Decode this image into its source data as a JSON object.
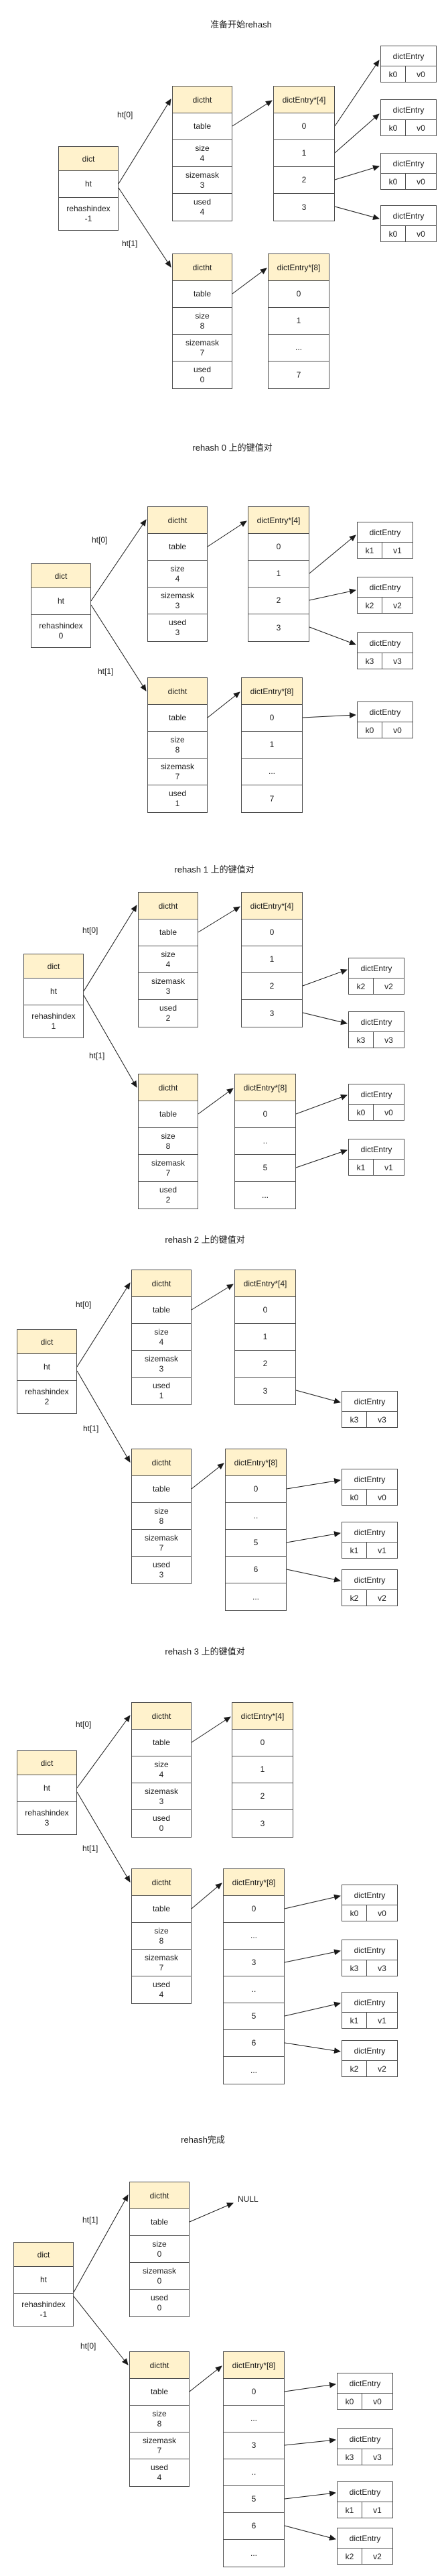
{
  "colors": {
    "background": "#ffffff",
    "header_fill": "#fff2cc",
    "box_border": "#4d4d4d",
    "text": "#1a1a1a",
    "arrow": "#1a1a1a"
  },
  "sections": [
    {
      "title": "准备开始rehash",
      "dict": {
        "header": "dict",
        "rows": [
          {
            "label": "ht"
          },
          {
            "label": "rehashindex",
            "value": "-1"
          }
        ]
      },
      "top": {
        "pointer_label": "ht[0]",
        "dictht": {
          "header": "dictht",
          "rows": [
            {
              "label": "table"
            },
            {
              "label": "size",
              "value": "4"
            },
            {
              "label": "sizemask",
              "value": "3"
            },
            {
              "label": "used",
              "value": "4"
            }
          ]
        },
        "bucket": {
          "header": "dictEntry*[4]",
          "slots": [
            "0",
            "1",
            "2",
            "3"
          ]
        },
        "entries": [
          {
            "header": "dictEntry",
            "key": "k0",
            "value": "v0"
          },
          {
            "header": "dictEntry",
            "key": "k0",
            "value": "v0"
          },
          {
            "header": "dictEntry",
            "key": "k0",
            "value": "v0"
          },
          {
            "header": "dictEntry",
            "key": "k0",
            "value": "v0"
          }
        ]
      },
      "bottom": {
        "pointer_label": "ht[1]",
        "dictht": {
          "header": "dictht",
          "rows": [
            {
              "label": "table"
            },
            {
              "label": "size",
              "value": "8"
            },
            {
              "label": "sizemask",
              "value": "7"
            },
            {
              "label": "used",
              "value": "0"
            }
          ]
        },
        "bucket": {
          "header": "dictEntry*[8]",
          "slots": [
            "0",
            "1",
            "...",
            "7"
          ]
        },
        "entries": []
      }
    },
    {
      "title": "rehash 0 上的键值对",
      "dict": {
        "header": "dict",
        "rows": [
          {
            "label": "ht"
          },
          {
            "label": "rehashindex",
            "value": "0"
          }
        ]
      },
      "top": {
        "pointer_label": "ht[0]",
        "dictht": {
          "header": "dictht",
          "rows": [
            {
              "label": "table"
            },
            {
              "label": "size",
              "value": "4"
            },
            {
              "label": "sizemask",
              "value": "3"
            },
            {
              "label": "used",
              "value": "3"
            }
          ]
        },
        "bucket": {
          "header": "dictEntry*[4]",
          "slots": [
            "0",
            "1",
            "2",
            "3"
          ]
        },
        "entries": [
          {
            "header": "dictEntry",
            "key": "k1",
            "value": "v1"
          },
          {
            "header": "dictEntry",
            "key": "k2",
            "value": "v2"
          },
          {
            "header": "dictEntry",
            "key": "k3",
            "value": "v3"
          }
        ]
      },
      "bottom": {
        "pointer_label": "ht[1]",
        "dictht": {
          "header": "dictht",
          "rows": [
            {
              "label": "table"
            },
            {
              "label": "size",
              "value": "8"
            },
            {
              "label": "sizemask",
              "value": "7"
            },
            {
              "label": "used",
              "value": "1"
            }
          ]
        },
        "bucket": {
          "header": "dictEntry*[8]",
          "slots": [
            "0",
            "1",
            "...",
            "7"
          ]
        },
        "entries": [
          {
            "header": "dictEntry",
            "key": "k0",
            "value": "v0"
          }
        ]
      }
    },
    {
      "title": "rehash 1 上的键值对",
      "dict": {
        "header": "dict",
        "rows": [
          {
            "label": "ht"
          },
          {
            "label": "rehashindex",
            "value": "1"
          }
        ]
      },
      "top": {
        "pointer_label": "ht[0]",
        "dictht": {
          "header": "dictht",
          "rows": [
            {
              "label": "table"
            },
            {
              "label": "size",
              "value": "4"
            },
            {
              "label": "sizemask",
              "value": "3"
            },
            {
              "label": "used",
              "value": "2"
            }
          ]
        },
        "bucket": {
          "header": "dictEntry*[4]",
          "slots": [
            "0",
            "1",
            "2",
            "3"
          ]
        },
        "entries": [
          {
            "header": "dictEntry",
            "key": "k2",
            "value": "v2"
          },
          {
            "header": "dictEntry",
            "key": "k3",
            "value": "v3"
          }
        ]
      },
      "bottom": {
        "pointer_label": "ht[1]",
        "dictht": {
          "header": "dictht",
          "rows": [
            {
              "label": "table"
            },
            {
              "label": "size",
              "value": "8"
            },
            {
              "label": "sizemask",
              "value": "7"
            },
            {
              "label": "used",
              "value": "2"
            }
          ]
        },
        "bucket": {
          "header": "dictEntry*[8]",
          "slots": [
            "0",
            "..",
            "5",
            "..."
          ]
        },
        "entries": [
          {
            "header": "dictEntry",
            "key": "k0",
            "value": "v0"
          },
          {
            "header": "dictEntry",
            "key": "k1",
            "value": "v1"
          }
        ]
      }
    },
    {
      "title": "rehash 2 上的键值对",
      "dict": {
        "header": "dict",
        "rows": [
          {
            "label": "ht"
          },
          {
            "label": "rehashindex",
            "value": "2"
          }
        ]
      },
      "top": {
        "pointer_label": "ht[0]",
        "dictht": {
          "header": "dictht",
          "rows": [
            {
              "label": "table"
            },
            {
              "label": "size",
              "value": "4"
            },
            {
              "label": "sizemask",
              "value": "3"
            },
            {
              "label": "used",
              "value": "1"
            }
          ]
        },
        "bucket": {
          "header": "dictEntry*[4]",
          "slots": [
            "0",
            "1",
            "2",
            "3"
          ]
        },
        "entries": [
          {
            "header": "dictEntry",
            "key": "k3",
            "value": "v3"
          }
        ]
      },
      "bottom": {
        "pointer_label": "ht[1]",
        "dictht": {
          "header": "dictht",
          "rows": [
            {
              "label": "table"
            },
            {
              "label": "size",
              "value": "8"
            },
            {
              "label": "sizemask",
              "value": "7"
            },
            {
              "label": "used",
              "value": "3"
            }
          ]
        },
        "bucket": {
          "header": "dictEntry*[8]",
          "slots": [
            "0",
            "..",
            "5",
            "6",
            "..."
          ]
        },
        "entries": [
          {
            "header": "dictEntry",
            "key": "k0",
            "value": "v0"
          },
          {
            "header": "dictEntry",
            "key": "k1",
            "value": "v1"
          },
          {
            "header": "dictEntry",
            "key": "k2",
            "value": "v2"
          }
        ]
      }
    },
    {
      "title": "rehash 3 上的键值对",
      "dict": {
        "header": "dict",
        "rows": [
          {
            "label": "ht"
          },
          {
            "label": "rehashindex",
            "value": "3"
          }
        ]
      },
      "top": {
        "pointer_label": "ht[0]",
        "dictht": {
          "header": "dictht",
          "rows": [
            {
              "label": "table"
            },
            {
              "label": "size",
              "value": "4"
            },
            {
              "label": "sizemask",
              "value": "3"
            },
            {
              "label": "used",
              "value": "0"
            }
          ]
        },
        "bucket": {
          "header": "dictEntry*[4]",
          "slots": [
            "0",
            "1",
            "2",
            "3"
          ]
        },
        "entries": []
      },
      "bottom": {
        "pointer_label": "ht[1]",
        "dictht": {
          "header": "dictht",
          "rows": [
            {
              "label": "table"
            },
            {
              "label": "size",
              "value": "8"
            },
            {
              "label": "sizemask",
              "value": "7"
            },
            {
              "label": "used",
              "value": "4"
            }
          ]
        },
        "bucket": {
          "header": "dictEntry*[8]",
          "slots": [
            "0",
            "...",
            "3",
            "..",
            "5",
            "6",
            "..."
          ]
        },
        "entries": [
          {
            "header": "dictEntry",
            "key": "k0",
            "value": "v0"
          },
          {
            "header": "dictEntry",
            "key": "k3",
            "value": "v3"
          },
          {
            "header": "dictEntry",
            "key": "k1",
            "value": "v1"
          },
          {
            "header": "dictEntry",
            "key": "k2",
            "value": "v2"
          }
        ]
      }
    },
    {
      "title": "rehash完成",
      "dict": {
        "header": "dict",
        "rows": [
          {
            "label": "ht"
          },
          {
            "label": "rehashindex",
            "value": "-1"
          }
        ]
      },
      "top": {
        "pointer_label": "ht[1]",
        "null_text": "NULL",
        "dictht": {
          "header": "dictht",
          "rows": [
            {
              "label": "table"
            },
            {
              "label": "size",
              "value": "0"
            },
            {
              "label": "sizemask",
              "value": "0"
            },
            {
              "label": "used",
              "value": "0"
            }
          ]
        },
        "entries": []
      },
      "bottom": {
        "pointer_label": "ht[0]",
        "dictht": {
          "header": "dictht",
          "rows": [
            {
              "label": "table"
            },
            {
              "label": "size",
              "value": "8"
            },
            {
              "label": "sizemask",
              "value": "7"
            },
            {
              "label": "used",
              "value": "4"
            }
          ]
        },
        "bucket": {
          "header": "dictEntry*[8]",
          "slots": [
            "0",
            "...",
            "3",
            "..",
            "5",
            "6",
            "..."
          ]
        },
        "entries": [
          {
            "header": "dictEntry",
            "key": "k0",
            "value": "v0"
          },
          {
            "header": "dictEntry",
            "key": "k3",
            "value": "v3"
          },
          {
            "header": "dictEntry",
            "key": "k1",
            "value": "v1"
          },
          {
            "header": "dictEntry",
            "key": "k2",
            "value": "v2"
          }
        ]
      }
    }
  ]
}
